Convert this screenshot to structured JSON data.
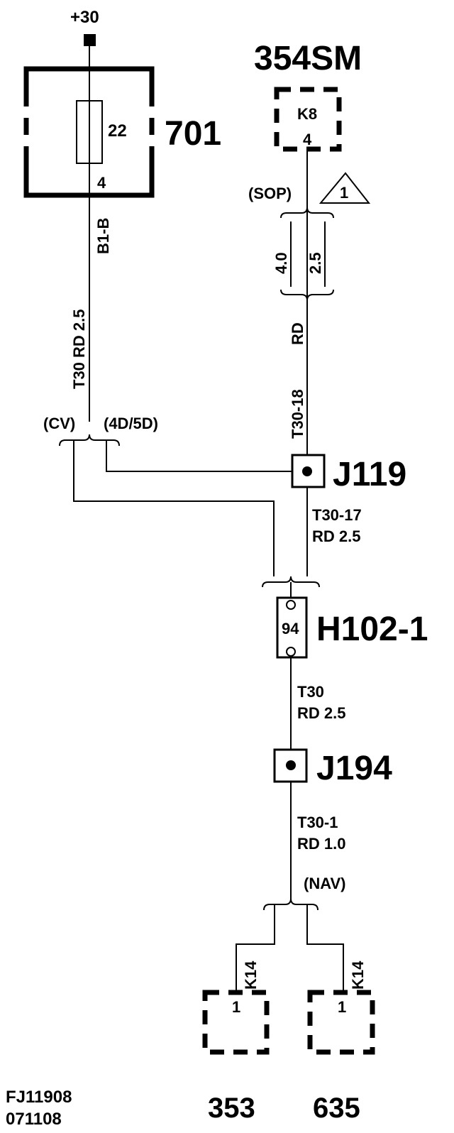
{
  "supply": {
    "label": "+30"
  },
  "fuse_box": {
    "id": "701",
    "fuse_number": "22",
    "pin": "4",
    "connector": "B1-B",
    "wire_label": "T30 RD  2.5"
  },
  "module_354sm": {
    "id": "354SM",
    "connector": "K8",
    "pin": "4",
    "variant": "(SOP)",
    "note_number": "1",
    "wire_sizes": [
      "4.0",
      "2.5"
    ],
    "wire_color": "RD",
    "wire_label": "T30-18"
  },
  "branch_variants": {
    "left": "(CV)",
    "right": "(4D/5D)"
  },
  "junction_j119": {
    "id": "J119",
    "out_wire_line1": "T30-17",
    "out_wire_line2": "RD  2.5"
  },
  "connector_h102": {
    "id": "H102-1",
    "pin": "94",
    "out_wire_line1": "T30",
    "out_wire_line2": "RD  2.5"
  },
  "junction_j194": {
    "id": "J194",
    "out_wire_line1": "T30-1",
    "out_wire_line2": "RD  1.0"
  },
  "branch_nav": {
    "label": "(NAV)"
  },
  "target_353": {
    "id": "353",
    "connector": "K14",
    "pin": "1"
  },
  "target_635": {
    "id": "635",
    "connector": "K14",
    "pin": "1"
  },
  "footer": {
    "code": "FJ11908",
    "date": "071108"
  }
}
